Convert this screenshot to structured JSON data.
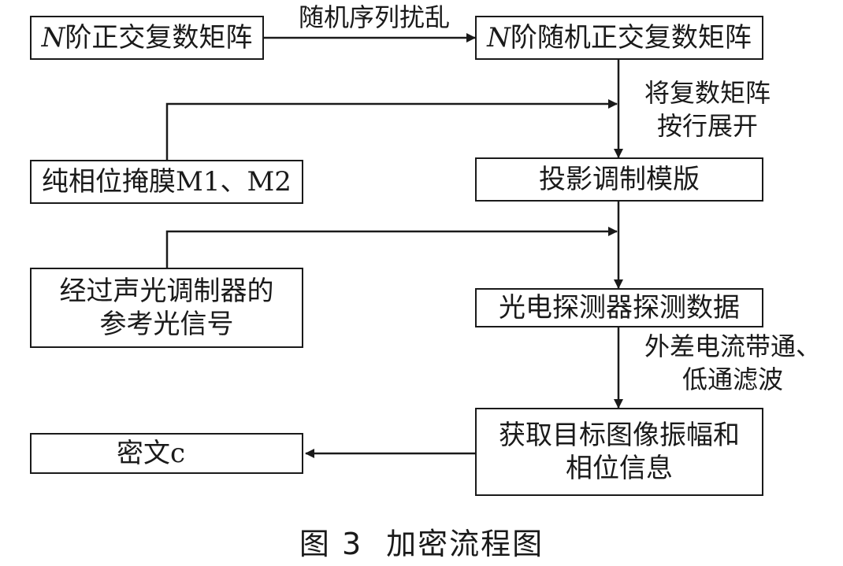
{
  "diagram": {
    "boxes": {
      "n_orthogonal": {
        "var": "N",
        "text": "阶正交复数矩阵"
      },
      "n_random_orthogonal": {
        "var": "N",
        "text": "阶随机正交复数矩阵"
      },
      "phase_mask": "纯相位掩膜M1、M2",
      "projection_template": "投影调制模版",
      "reference_signal": "经过声光调制器的\n参考光信号",
      "detector_data": "光电探测器探测数据",
      "target_info": "获取目标图像振幅和\n相位信息",
      "ciphertext": "密文c"
    },
    "edge_labels": {
      "random_shuffle": "随机序列扰乱",
      "row_expand": "将复数矩阵\n按行展开",
      "heterodyne_filter": "外差电流带通、\n低通滤波"
    }
  },
  "caption": {
    "number": "图 3",
    "title": "加密流程图"
  }
}
